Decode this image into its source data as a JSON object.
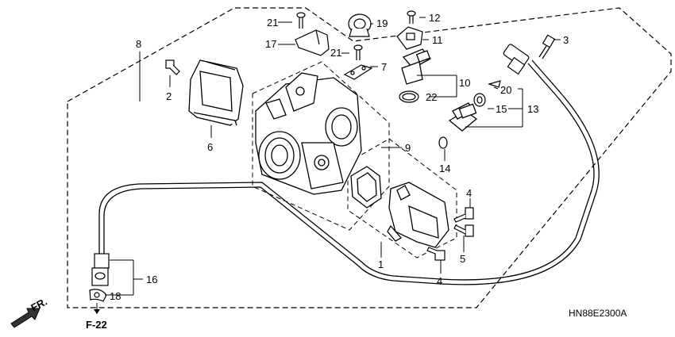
{
  "diagram_code": "HN88E2300A",
  "direction_label": "FR.",
  "reference_label": "F-22",
  "callouts": {
    "c1": "1",
    "c2": "2",
    "c3": "3",
    "c4a": "4",
    "c4b": "4",
    "c5": "5",
    "c6": "6",
    "c7": "7",
    "c8": "8",
    "c9": "9",
    "c10": "10",
    "c11": "11",
    "c12": "12",
    "c13": "13",
    "c14": "14",
    "c15": "15",
    "c16": "16",
    "c17": "17",
    "c18": "18",
    "c19": "19",
    "c20": "20",
    "c21a": "21",
    "c21b": "21",
    "c22": "22"
  }
}
